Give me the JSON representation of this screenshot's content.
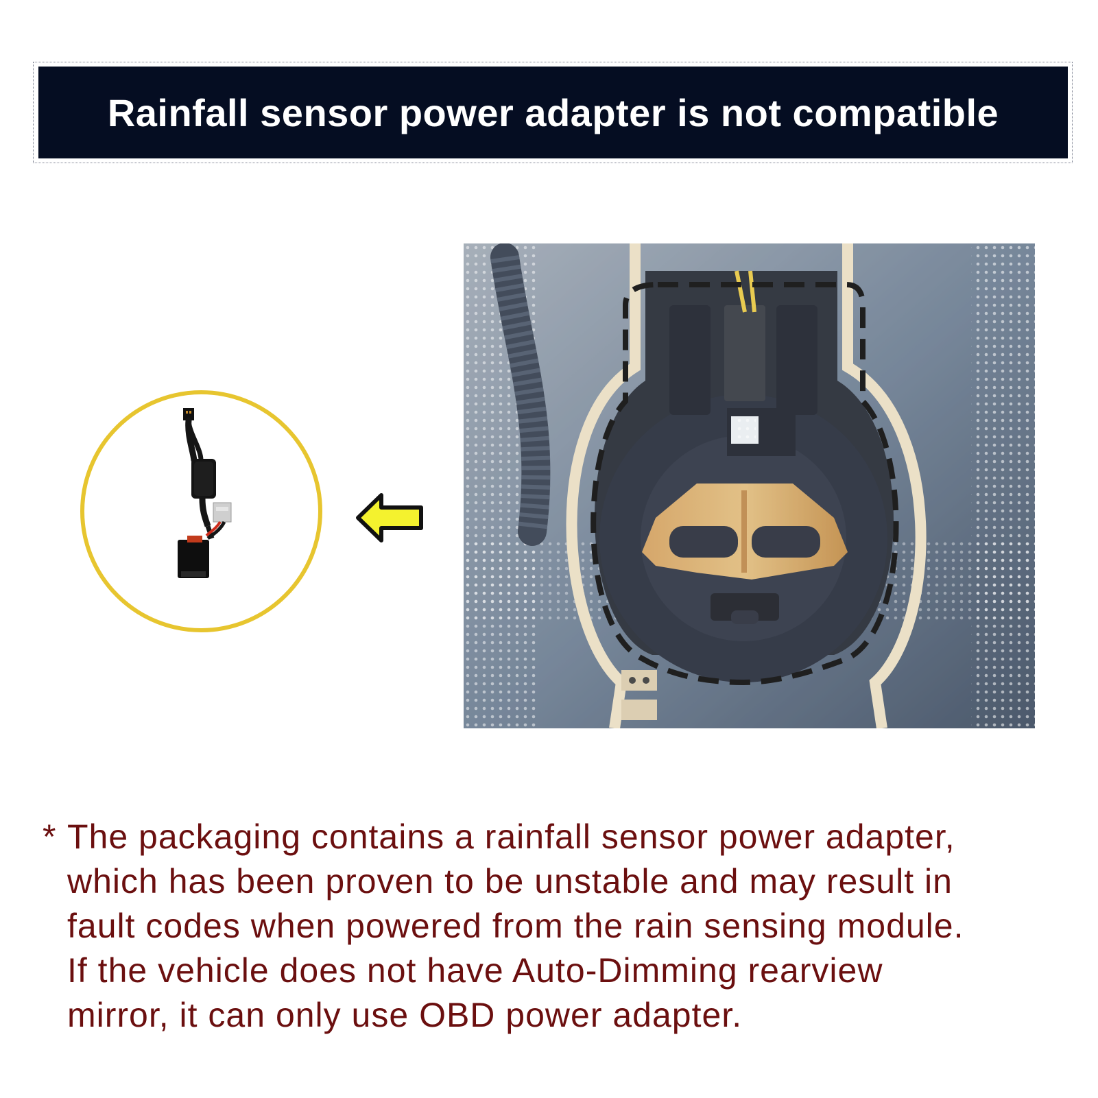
{
  "banner": {
    "title": "Rainfall sensor power adapter is not compatible"
  },
  "illustrations": {
    "adapter": {
      "icon": "power-adapter-cable-icon",
      "ring_color": "#e7c52f"
    },
    "arrow": {
      "icon": "arrow-left-icon",
      "fill": "#f4f22e"
    },
    "sensor_photo": {
      "icon": "rain-sensor-module-photo"
    }
  },
  "note": {
    "marker": "*",
    "lines": [
      "The packaging contains a rainfall sensor power adapter,",
      "which has been proven to be unstable and may result in",
      "fault codes when powered from the rain sensing module.",
      "If the vehicle does not have Auto-Dimming rearview",
      "mirror, it can only use OBD power adapter."
    ]
  },
  "colors": {
    "banner_bg": "#050d22",
    "banner_text": "#ffffff",
    "note_text": "#6b0f0f"
  }
}
